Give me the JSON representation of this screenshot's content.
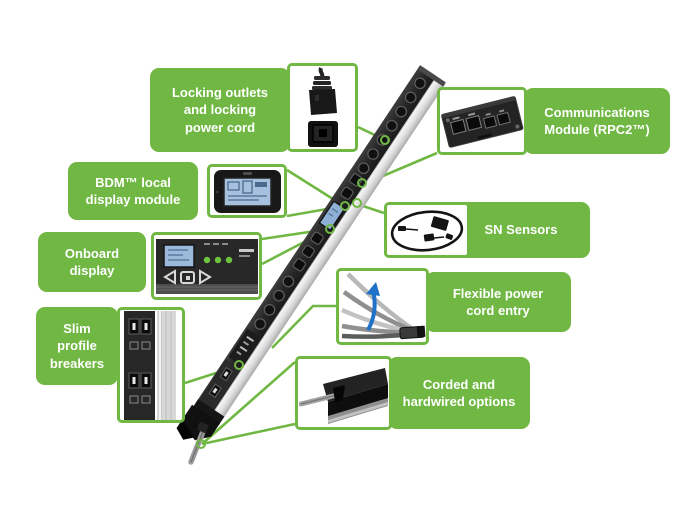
{
  "accent": {
    "green": "#70B843",
    "arrow_blue": "#1f72c8"
  },
  "callouts": {
    "locking": {
      "label": "Locking outlets\nand locking\npower cord",
      "icon": "locking-plug-and-outlet"
    },
    "comms": {
      "label": "Communications\nModule (RPC2™)",
      "icon": "communications-module"
    },
    "bdm": {
      "label": "BDM™ local\ndisplay module",
      "icon": "bdm-display-module"
    },
    "onboard": {
      "label": "Onboard\ndisplay",
      "icon": "onboard-display-panel"
    },
    "sn": {
      "label": "SN Sensors",
      "icon": "sn-sensors"
    },
    "flexible": {
      "label": "Flexible power\ncord entry",
      "icon": "flexible-power-cords"
    },
    "slim": {
      "label": "Slim\nprofile\nbreakers",
      "icon": "slim-profile-breakers"
    },
    "corded": {
      "label": "Corded and\nhardwired options",
      "icon": "corded-hardwired-end"
    }
  },
  "illustration": {
    "subject": "vertical-rack-pdu-with-outlets-lcd-and-power-cord"
  }
}
